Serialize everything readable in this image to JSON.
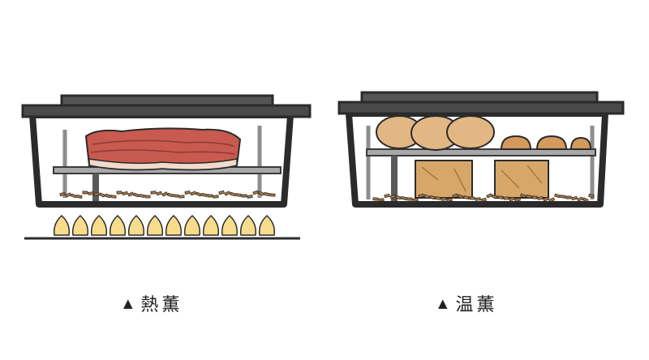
{
  "diagram": {
    "panels": [
      {
        "id": "hot-smoking",
        "caption_marker": "▲",
        "caption": "熱薫",
        "contents": [
          "lid-icon",
          "meat-slab-icon",
          "rack-icon",
          "wood-chips-icon",
          "flame-icon"
        ]
      },
      {
        "id": "warm-smoking",
        "caption_marker": "▲",
        "caption": "温薫",
        "contents": [
          "lid-icon",
          "potatoes-icon",
          "small-rolls-icon",
          "rack-icon",
          "cheese-blocks-icon",
          "wood-chips-icon"
        ]
      }
    ]
  },
  "colors": {
    "outline": "#2b2b2b",
    "lid": "#4a4a4a",
    "pot_inner": "#ffffff",
    "rack": "#9a9a9a",
    "meat": "#c85a4f",
    "meat_fat": "#f1d9cc",
    "chips": "#b3793b",
    "flame": "#f7dc8c",
    "potato": "#e2b784",
    "cheese": "#d7a76a"
  }
}
